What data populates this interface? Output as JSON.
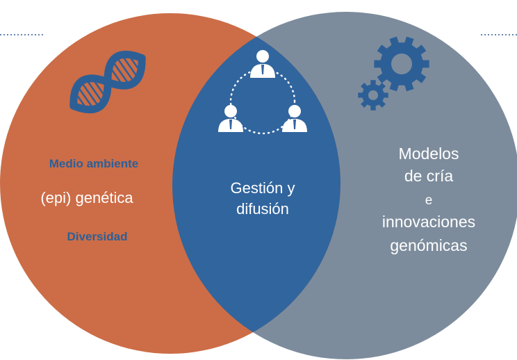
{
  "venn": {
    "colors": {
      "left_circle": "#cc6d47",
      "right_circle": "#7d8c9c",
      "overlap": "#31659e",
      "dna_icon": "#2d5f97",
      "gear_icon": "#2d5f97",
      "people_icon": "#ffffff",
      "left_label_accent": "#2d5f97"
    },
    "icons": {
      "left": "dna-icon",
      "center": "team-network-icon",
      "right": "gears-icon"
    },
    "left": {
      "item1": "Medio ambiente",
      "item2": "(epi) genética",
      "item3": "Diversidad"
    },
    "center": {
      "line1": "Gestión y",
      "line2": "difusión"
    },
    "right": {
      "line1": "Modelos",
      "line2": "de cría",
      "line3": "e",
      "line4": "innovaciones",
      "line5": "genómicas"
    }
  }
}
